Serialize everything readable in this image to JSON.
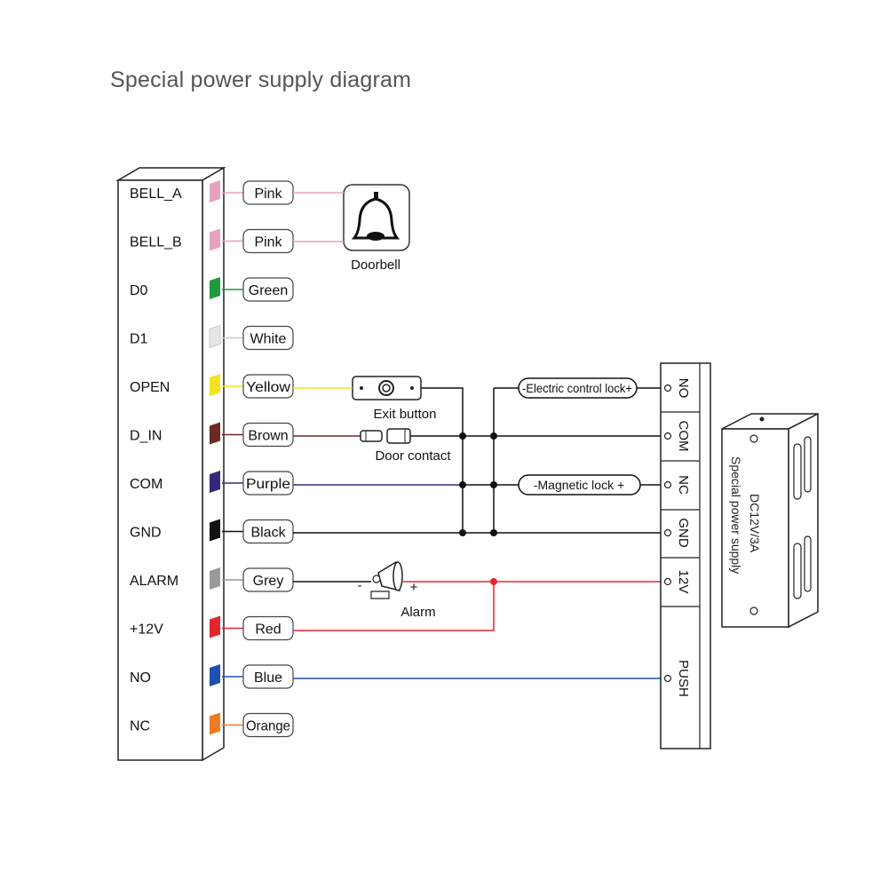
{
  "title": "Special power supply diagram",
  "terminals": [
    {
      "label": "BELL_A",
      "wire": "Pink",
      "color": "#e8a0c0"
    },
    {
      "label": "BELL_B",
      "wire": "Pink",
      "color": "#e8a0c0"
    },
    {
      "label": "D0",
      "wire": "Green",
      "color": "#1e9a3c"
    },
    {
      "label": "D1",
      "wire": "White",
      "color": "#e6e6e6"
    },
    {
      "label": "OPEN",
      "wire": "Yellow",
      "color": "#f2e31c"
    },
    {
      "label": "D_IN",
      "wire": "Brown",
      "color": "#6b2a22"
    },
    {
      "label": "COM",
      "wire": "Purple",
      "color": "#33287a"
    },
    {
      "label": "GND",
      "wire": "Black",
      "color": "#111111"
    },
    {
      "label": "ALARM",
      "wire": "Grey",
      "color": "#999999"
    },
    {
      "label": "+12V",
      "wire": "Red",
      "color": "#e3262e"
    },
    {
      "label": "NO",
      "wire": "Blue",
      "color": "#1f4fb0"
    },
    {
      "label": "NC",
      "wire": "Orange",
      "color": "#f07a22"
    }
  ],
  "devices": {
    "doorbell": "Doorbell",
    "exit_button": "Exit button",
    "door_contact": "Door contact",
    "alarm": "Alarm",
    "alarm_minus": "-",
    "alarm_plus": "+",
    "electric_lock": "-Electric control lock+",
    "magnetic_lock": "-Magnetic lock +"
  },
  "power_supply": {
    "terminals": [
      "NO",
      "COM",
      "NC",
      "GND",
      "12V",
      "PUSH"
    ],
    "line1": "DC12V/3A",
    "line2": "Special power supply"
  }
}
